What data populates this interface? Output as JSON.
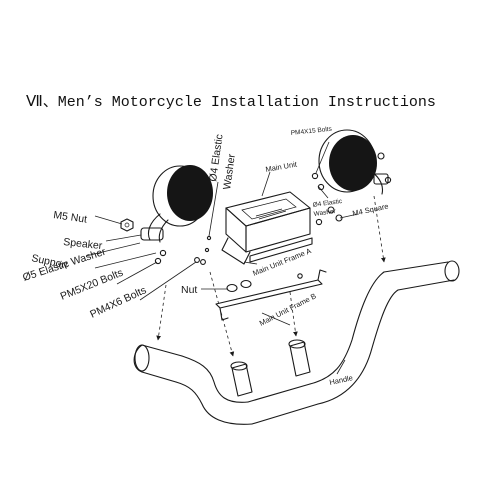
{
  "title": "Ⅶ、Men’s Motorcycle Installation Instructions",
  "labels": {
    "m5_nut": "M5 Nut",
    "speaker": "Speaker",
    "support": "Support",
    "elastic_washer_5": "Ø5 Elastic Washer",
    "pm5x20_bolts": "PM5X20 Bolts",
    "pm4x6_bolts": "PM4X6 Bolts",
    "elastic_washer_4": "Ø4 Elastic",
    "washer": "Washer",
    "main_unit": "Main Unit",
    "main_unit_frame_a": "Main Unit Frame A",
    "nut": "Nut",
    "main_unit_frame_b": "Main Unit Frame B",
    "pm4x15_bolts": "PM4X15 Bolts",
    "elastic_washer_4_small": "Ø4 Elastic",
    "washer_small": "Washer",
    "m4_square": "M4 Square",
    "handle": "Handle"
  },
  "colors": {
    "ink": "#1a1a1a",
    "background": "#ffffff"
  }
}
